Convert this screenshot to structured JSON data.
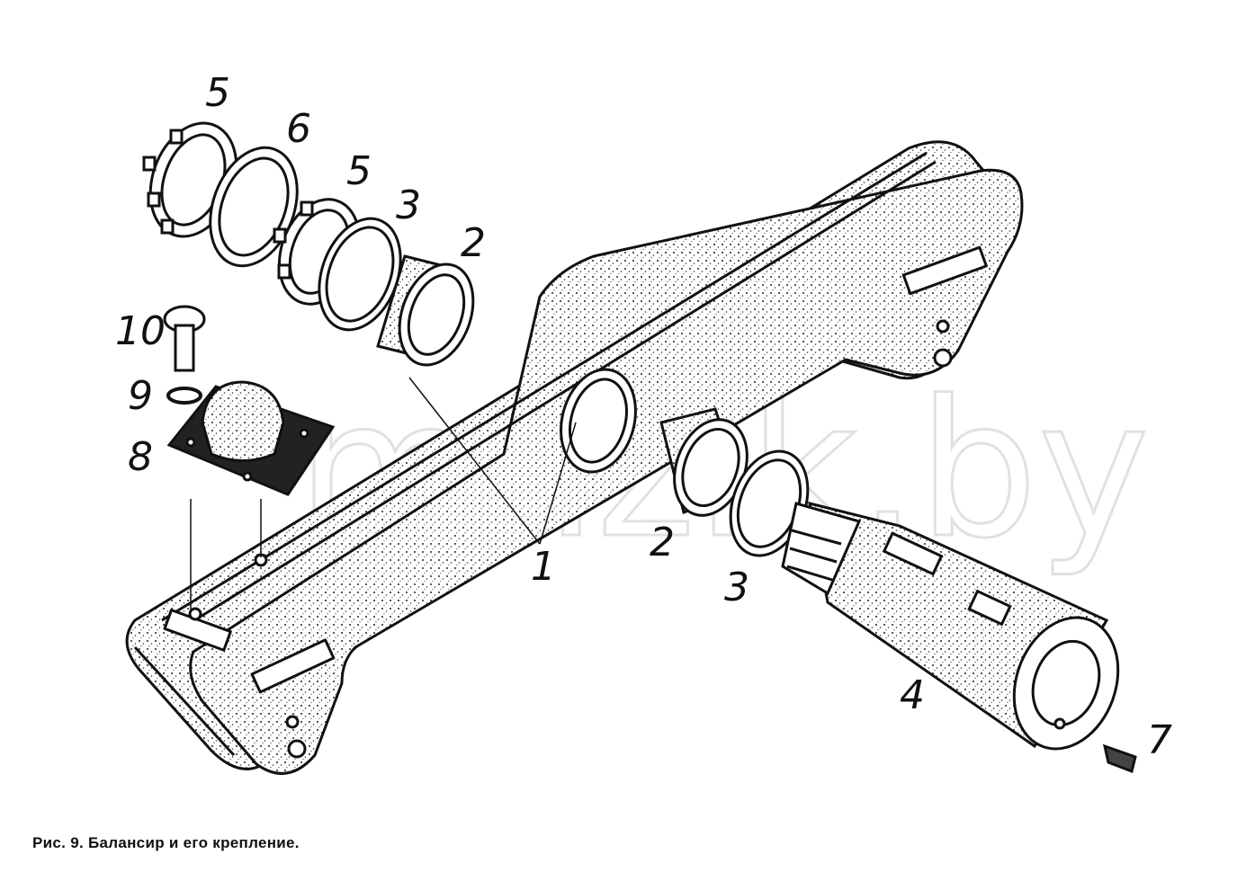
{
  "watermark": "mazik.by",
  "caption": "Рис. 9. Балансир и его крепление.",
  "callouts": {
    "c1": "1",
    "c2a": "2",
    "c2b": "2",
    "c3a": "3",
    "c3b": "3",
    "c4": "4",
    "c5a": "5",
    "c5b": "5",
    "c6": "6",
    "c7": "7",
    "c8": "8",
    "c9": "9",
    "c10": "10"
  }
}
